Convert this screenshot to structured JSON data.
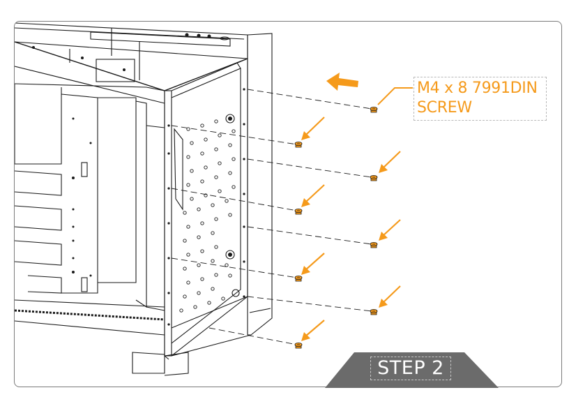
{
  "callout": {
    "line1": "M4 x 8 7991DIN",
    "line2": "SCREW"
  },
  "step": {
    "label": "STEP 2"
  },
  "colors": {
    "accent_orange": "#f59a1b",
    "line_dark": "#1a1a1a",
    "frame_gray": "#7a7a7a",
    "badge_gray": "#6b6b6b"
  },
  "icons": [
    "direction-arrow-icon",
    "screw-icon"
  ]
}
